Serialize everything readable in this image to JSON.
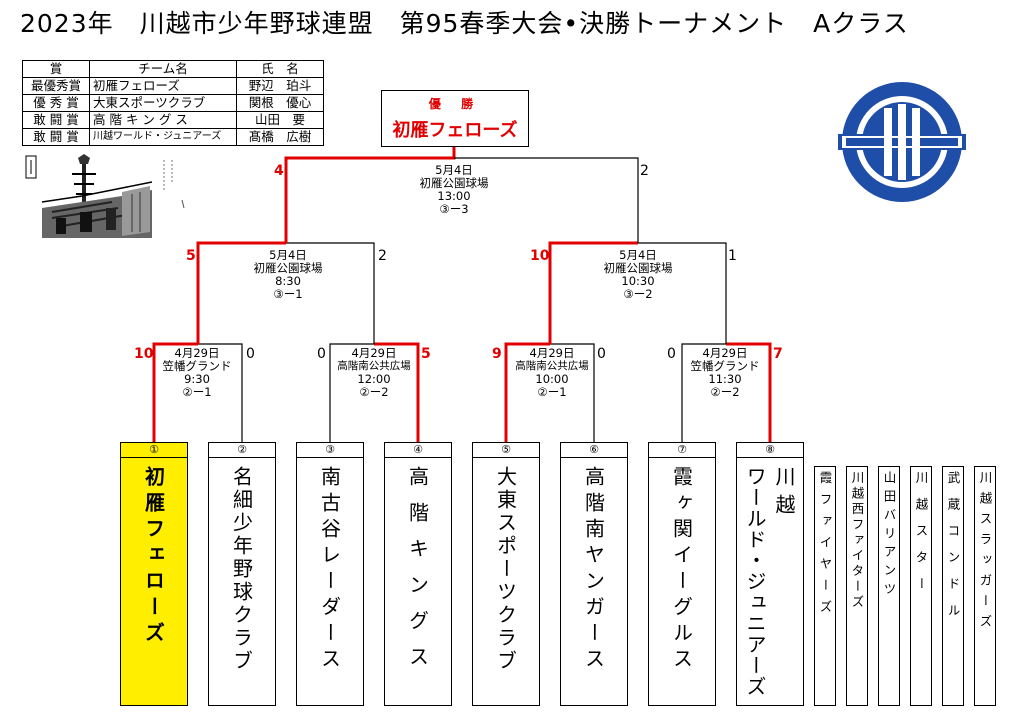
{
  "title": "2023年　川越市少年野球連盟　第95春季大会•決勝トーナメント　Aクラス",
  "awards": {
    "headers": [
      "賞",
      "チーム名",
      "氏　名"
    ],
    "rows": [
      [
        "最優秀賞",
        "初雁フェローズ",
        "野辺　珀斗"
      ],
      [
        "優 秀 賞",
        "大東スポーツクラブ",
        "関根　優心"
      ],
      [
        "敢 闘 賞",
        "高 階 キ ン グ ス",
        "山田　要"
      ],
      [
        "敢 闘 賞",
        "川越ワールド・ジュニアーズ",
        "髙橋　広樹"
      ]
    ]
  },
  "champion": {
    "label": "優 勝",
    "name": "初雁フェローズ"
  },
  "final": {
    "date": "5月4日",
    "venue": "初雁公園球場",
    "time": "13:00",
    "result": "③ー3",
    "left": "4",
    "right": "2"
  },
  "semis": [
    {
      "date": "5月4日",
      "venue": "初雁公園球場",
      "time": "8:30",
      "result": "③ー1",
      "left": "5",
      "right": "2"
    },
    {
      "date": "5月4日",
      "venue": "初雁公園球場",
      "time": "10:30",
      "result": "③ー2",
      "left": "10",
      "right": "1"
    }
  ],
  "quarters": [
    {
      "date": "4月29日",
      "venue": "笠幡グランド",
      "time": "9:30",
      "result": "②ー1",
      "left": "10",
      "right": "0"
    },
    {
      "date": "4月29日",
      "venue": "高階南公共広場",
      "time": "12:00",
      "result": "②ー2",
      "left": "0",
      "right": "5"
    },
    {
      "date": "4月29日",
      "venue": "高階南公共広場",
      "time": "10:00",
      "result": "②ー1",
      "left": "9",
      "right": "0"
    },
    {
      "date": "4月29日",
      "venue": "笠幡グランド",
      "time": "11:30",
      "result": "②ー2",
      "left": "0",
      "right": "7"
    }
  ],
  "teams": [
    {
      "num": "①",
      "name": "初雁フェローズ"
    },
    {
      "num": "②",
      "name": "名細少年野球クラブ"
    },
    {
      "num": "③",
      "name": "南古谷レーダース"
    },
    {
      "num": "④",
      "name": "高階キングス"
    },
    {
      "num": "⑤",
      "name": "大東スポーツクラブ"
    },
    {
      "num": "⑥",
      "name": "高階南ヤンガース"
    },
    {
      "num": "⑦",
      "name": "霞ヶ関イーグルス"
    },
    {
      "num": "⑧",
      "name1": "川越",
      "name2": "ワールド・ジュニアーズ"
    }
  ],
  "other_teams": [
    {
      "name": "霞ファイヤーズ"
    },
    {
      "name": "川越西ファイターズ"
    },
    {
      "name": "山田バリアンツ"
    },
    {
      "name": "川越スター"
    },
    {
      "name": "武蔵コンドル"
    },
    {
      "name": "川越スラッガーズ"
    }
  ],
  "colors": {
    "winner_line": "#e00000",
    "champion_bg": "#ffee00",
    "logo": "#1f4ea8"
  }
}
